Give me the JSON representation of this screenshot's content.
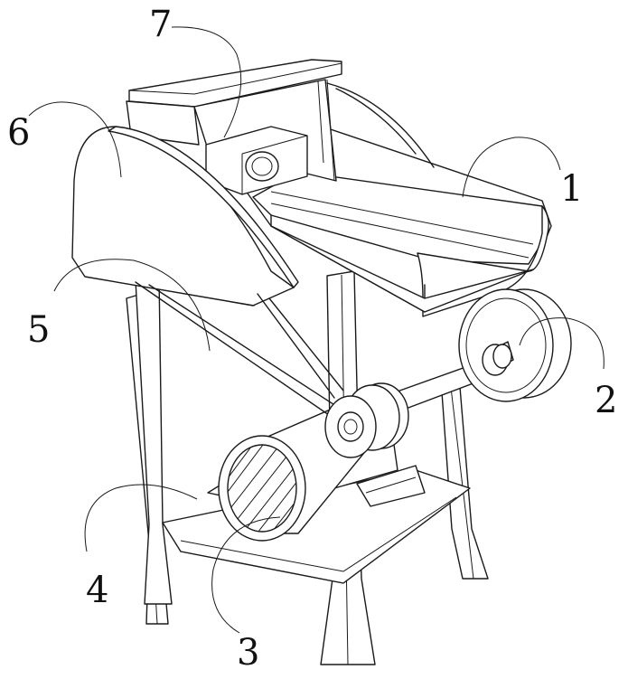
{
  "callouts": [
    {
      "id": "1",
      "text": "1"
    },
    {
      "id": "2",
      "text": "2"
    },
    {
      "id": "3",
      "text": "3"
    },
    {
      "id": "4",
      "text": "4"
    },
    {
      "id": "5",
      "text": "5"
    },
    {
      "id": "6",
      "text": "6"
    },
    {
      "id": "7",
      "text": "7"
    }
  ],
  "style": {
    "line_color": "#1a1a1a",
    "background": "#ffffff"
  }
}
